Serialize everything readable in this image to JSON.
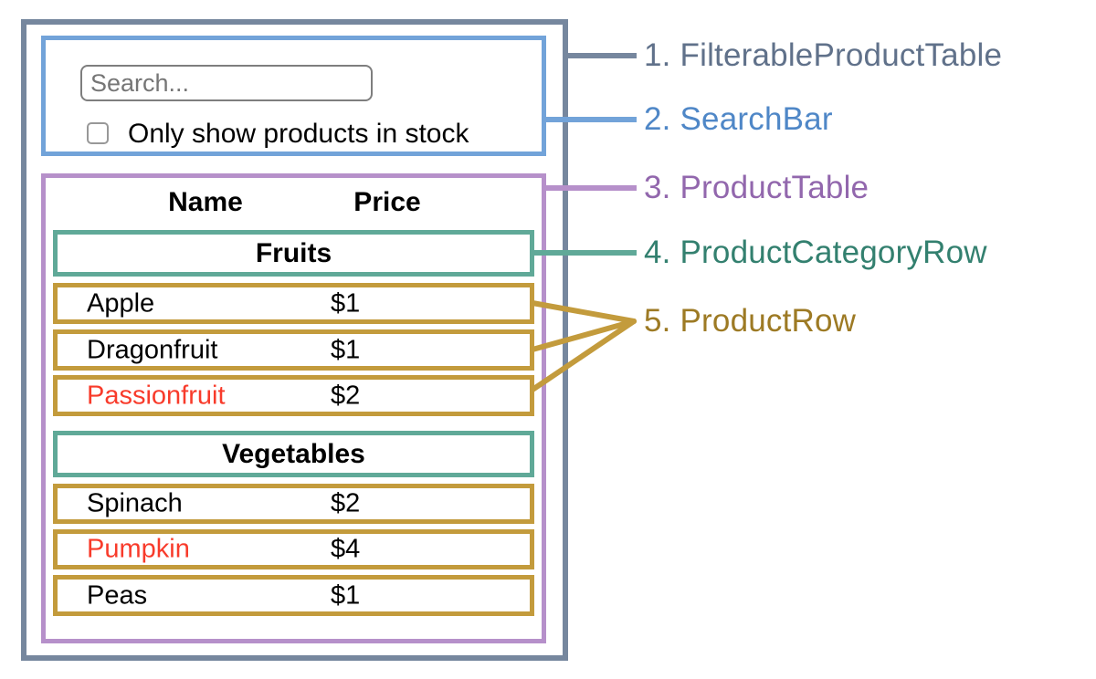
{
  "search_bar": {
    "placeholder": "Search...",
    "checkbox_label": "Only show products in stock",
    "checkbox_checked": false
  },
  "product_table": {
    "columns": [
      "Name",
      "Price"
    ],
    "sections": [
      {
        "category": "Fruits",
        "rows": [
          {
            "name": "Apple",
            "price": "$1",
            "in_stock": true
          },
          {
            "name": "Dragonfruit",
            "price": "$1",
            "in_stock": true
          },
          {
            "name": "Passionfruit",
            "price": "$2",
            "in_stock": false
          }
        ]
      },
      {
        "category": "Vegetables",
        "rows": [
          {
            "name": "Spinach",
            "price": "$2",
            "in_stock": true
          },
          {
            "name": "Pumpkin",
            "price": "$4",
            "in_stock": false
          },
          {
            "name": "Peas",
            "price": "$1",
            "in_stock": true
          }
        ]
      }
    ]
  },
  "legend": [
    {
      "label": "1. FilterableProductTable",
      "color": "#60718a"
    },
    {
      "label": "2. SearchBar",
      "color": "#4f87c7"
    },
    {
      "label": "3. ProductTable",
      "color": "#9267ad"
    },
    {
      "label": "4. ProductCategoryRow",
      "color": "#33806f"
    },
    {
      "label": "5. ProductRow",
      "color": "#9d7a24"
    }
  ],
  "colors": {
    "filterable_product_table_border": "#76879e",
    "search_bar_border": "#72a3d9",
    "product_table_border": "#b690ca",
    "product_category_row_border": "#60a998",
    "product_row_border": "#c39b3c",
    "out_of_stock_text": "#f83b2b"
  }
}
